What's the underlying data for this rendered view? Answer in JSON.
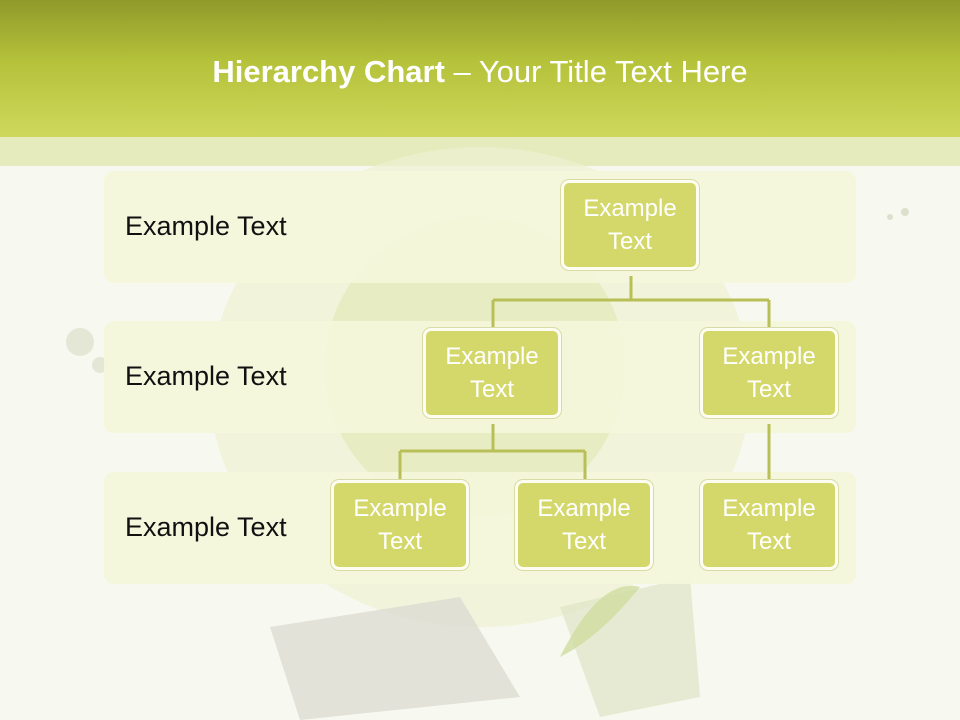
{
  "title": {
    "bold": "Hierarchy Chart",
    "rest": " – Your Title Text Here"
  },
  "rows": [
    {
      "label": "Example Text"
    },
    {
      "label": "Example Text"
    },
    {
      "label": "Example Text"
    }
  ],
  "nodes": [
    {
      "text": "Example Text"
    },
    {
      "text": "Example Text"
    },
    {
      "text": "Example Text"
    },
    {
      "text": "Example Text"
    },
    {
      "text": "Example Text"
    },
    {
      "text": "Example Text"
    }
  ],
  "colors": {
    "header": "#b5c23a",
    "node_fill": "#d4d86a",
    "connector": "#b9bf57"
  }
}
